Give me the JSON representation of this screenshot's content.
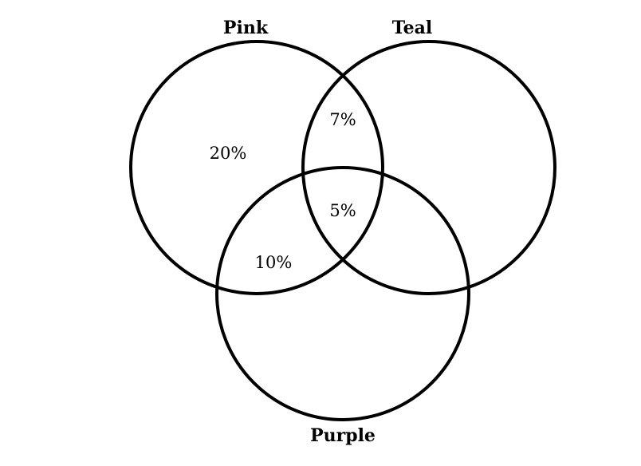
{
  "sets": {
    "pink": "Pink",
    "teal": "Teal",
    "purple": "Purple"
  },
  "regions": {
    "pink_only": "20%",
    "pink_teal": "7%",
    "pink_teal_purple": "5%",
    "pink_purple": "10%"
  },
  "colors": {
    "stroke": "#000000",
    "background": "#ffffff"
  }
}
